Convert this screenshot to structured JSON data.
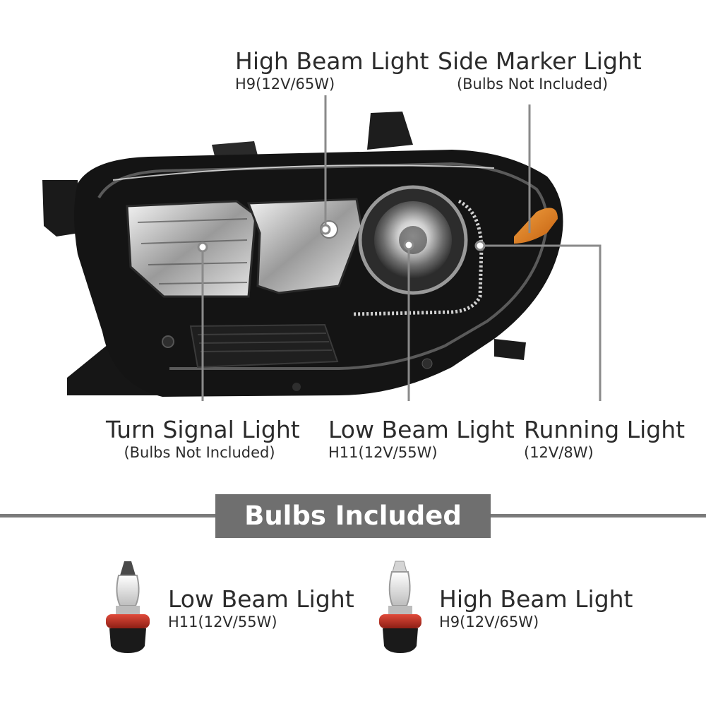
{
  "callouts": {
    "high_beam": {
      "title": "High Beam Light",
      "spec": "H9(12V/65W)"
    },
    "side_marker": {
      "title": "Side Marker Light",
      "spec": "(Bulbs Not Included)"
    },
    "turn_signal": {
      "title": "Turn Signal Light",
      "spec": "(Bulbs Not Included)"
    },
    "low_beam": {
      "title": "Low Beam Light",
      "spec": "H11(12V/55W)"
    },
    "running": {
      "title": "Running Light",
      "spec": "(12V/8W)"
    }
  },
  "banner": {
    "label": "Bulbs Included"
  },
  "bulbs": [
    {
      "title": "Low Beam Light",
      "spec": "H11(12V/55W)"
    },
    {
      "title": "High Beam Light",
      "spec": "H9(12V/65W)"
    }
  ],
  "colors": {
    "housing": "#141414",
    "amber": "#d9781a",
    "leader": "#8a8a8a",
    "banner": "#6f6f6f",
    "socket_red": "#c0392b"
  }
}
